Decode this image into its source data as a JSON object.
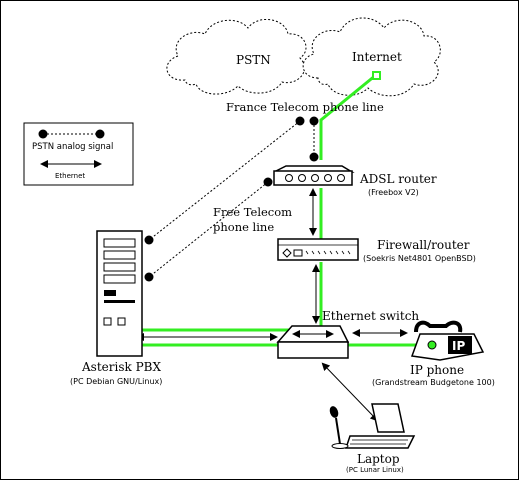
{
  "clouds": {
    "pstn": "PSTN",
    "internet": "Internet"
  },
  "labels": {
    "france_line": "France Telecom phone line",
    "free_line_1": "Free Telecom",
    "free_line_2": "phone line"
  },
  "legend": {
    "analog": "PSTN analog signal",
    "ethernet": "Ethernet"
  },
  "devices": {
    "adsl": {
      "name": "ADSL router",
      "detail": "(Freebox V2)"
    },
    "firewall": {
      "name": "Firewall/router",
      "detail": "(Soekris Net4801 OpenBSD)"
    },
    "switch": {
      "name": "Ethernet switch"
    },
    "pbx": {
      "name": "Asterisk PBX",
      "detail": "(PC Debian GNU/Linux)"
    },
    "ipphone": {
      "name": "IP phone",
      "detail": "(Grandstream Budgetone 100)",
      "screen_text": "IP"
    },
    "laptop": {
      "name": "Laptop",
      "detail": "(PC Lunar Linux)"
    }
  },
  "colors": {
    "uplink": "#33ee22",
    "line": "#000000",
    "background": "#ffffff"
  }
}
